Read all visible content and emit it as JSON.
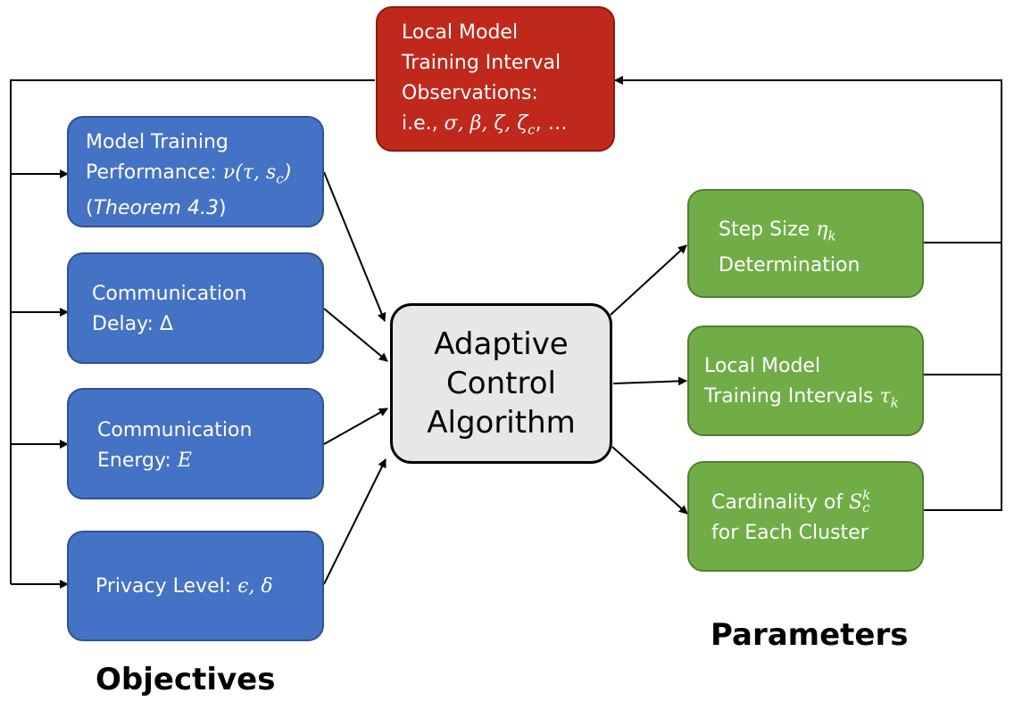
{
  "observations": {
    "line1": "Local Model",
    "line2": "Training Interval",
    "line3": "Observations:",
    "line4_prefix": "i.e., ",
    "line4_math": "σ,  β,  ζ,  ζ",
    "line4_sub": "c",
    "line4_suffix": ", …"
  },
  "objectives": {
    "heading": "Objectives",
    "training": {
      "line1": "Model Training",
      "line2_prefix": "Performance: ",
      "line2_math": "ν(τ, s",
      "line2_sub": "c",
      "line2_close": ")",
      "line3_open": "(",
      "line3_italic": "Theorem 4.3",
      "line3_close": ")"
    },
    "delay": {
      "line1": "Communication",
      "line2": "Delay: Δ"
    },
    "energy": {
      "line1": "Communication",
      "line2_prefix": "Energy: ",
      "line2_math": "E"
    },
    "privacy": {
      "prefix": "Privacy Level: ",
      "math": "ϵ, δ"
    }
  },
  "center": {
    "line1": "Adaptive",
    "line2": "Control",
    "line3": "Algorithm"
  },
  "parameters": {
    "heading": "Parameters",
    "step": {
      "line1_prefix": "Step Size ",
      "line1_math": "η",
      "line1_sub": "k",
      "line2": "Determination"
    },
    "intervals": {
      "line1": "Local Model",
      "line2_prefix": "Training Intervals ",
      "line2_math": "τ",
      "line2_sub": "k"
    },
    "cardinality": {
      "line1_prefix": "Cardinality of ",
      "line1_math": "S",
      "line1_sup": "k",
      "line1_sub": "c",
      "line2": "for Each Cluster"
    }
  },
  "colors": {
    "objective_box": "#4472c4",
    "parameter_box": "#70ad47",
    "observation_box": "#c0281b",
    "center_box": "#e7e7e7"
  }
}
